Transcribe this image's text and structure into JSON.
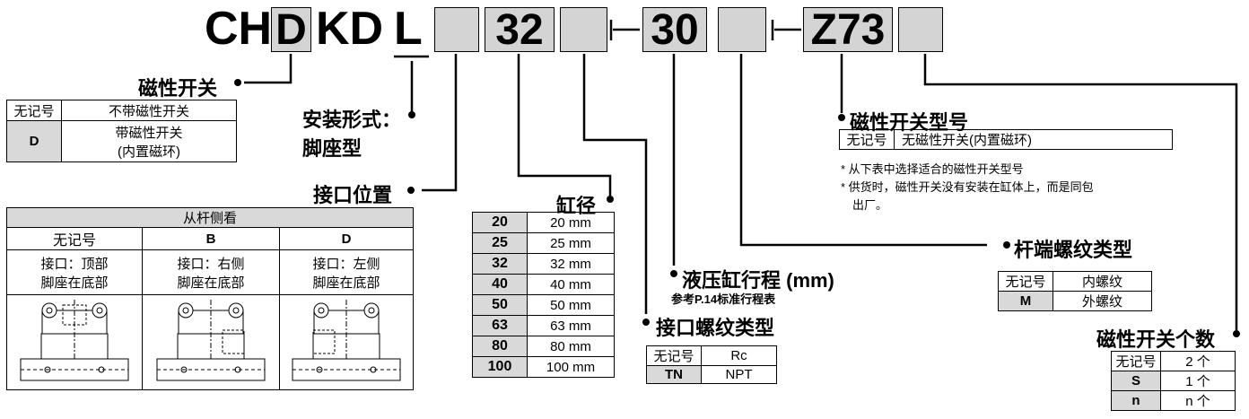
{
  "code": {
    "prefix": "CH",
    "switch_box": "D",
    "mid": "KD",
    "mount_letter": "L",
    "bore": "32",
    "dash1": "-",
    "stroke": "30",
    "dash2": "-",
    "switch_model": "Z73"
  },
  "magnetic_switch": {
    "title": "磁性开关",
    "rows": [
      {
        "code": "无记号",
        "desc": "不带磁性开关"
      },
      {
        "code": "D",
        "desc_line1": "带磁性开关",
        "desc_line2": "(内置磁环)"
      }
    ]
  },
  "mounting": {
    "line1": "安装形式：",
    "line2": "脚座型"
  },
  "port_position": {
    "title": "接口位置",
    "header": "从杆侧看",
    "columns": [
      "无记号",
      "B",
      "D"
    ],
    "row1": [
      "接口：顶部",
      "接口：右侧",
      "接口：左侧"
    ],
    "row2": [
      "脚座在底部",
      "脚座在底部",
      "脚座在底部"
    ]
  },
  "bore": {
    "title": "缸径",
    "rows": [
      {
        "code": "20",
        "value": "20 mm"
      },
      {
        "code": "25",
        "value": "25 mm"
      },
      {
        "code": "32",
        "value": "32 mm"
      },
      {
        "code": "40",
        "value": "40 mm"
      },
      {
        "code": "50",
        "value": "50 mm"
      },
      {
        "code": "63",
        "value": "63 mm"
      },
      {
        "code": "80",
        "value": "80 mm"
      },
      {
        "code": "100",
        "value": "100 mm"
      }
    ]
  },
  "stroke": {
    "title": "液压缸行程 (mm)",
    "note": "参考P.14标准行程表"
  },
  "port_thread": {
    "title": "接口螺纹类型",
    "rows": [
      {
        "code": "无记号",
        "value": "Rc"
      },
      {
        "code": "TN",
        "value": "NPT"
      }
    ]
  },
  "switch_model": {
    "title": "磁性开关型号",
    "row": {
      "code": "无记号",
      "desc": "无磁性开关(内置磁环)"
    },
    "notes": [
      "* 从下表中选择适合的磁性开关型号",
      "* 供货时，磁性开关没有安装在缸体上，而是同包",
      "出厂。"
    ]
  },
  "rod_thread": {
    "title": "杆端螺纹类型",
    "rows": [
      {
        "code": "无记号",
        "value": "内螺纹"
      },
      {
        "code": "M",
        "value": "外螺纹"
      }
    ]
  },
  "switch_count": {
    "title": "磁性开关个数",
    "rows": [
      {
        "code": "无记号",
        "value": "2 个"
      },
      {
        "code": "S",
        "value": "1 个"
      },
      {
        "code": "n",
        "value": "n 个"
      }
    ]
  }
}
